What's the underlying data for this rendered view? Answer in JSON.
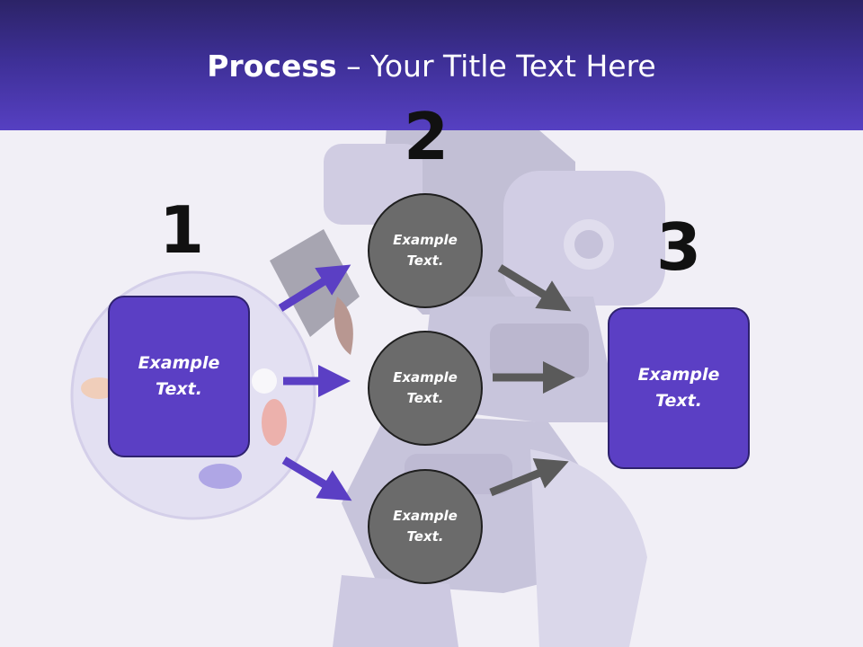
{
  "title": {
    "bold": "Process",
    "rest": " – Your Title Text Here"
  },
  "steps": [
    {
      "number": "1",
      "label": "Example Text."
    },
    {
      "number": "2",
      "items": [
        "Example Text.",
        "Example Text.",
        "Example Text."
      ]
    },
    {
      "number": "3",
      "label": "Example Text."
    }
  ],
  "colors": {
    "accent": "#5b3fc4",
    "header": "#3d2f95",
    "circle": "#6b6b6b",
    "arrow_purple": "#5b3fc4",
    "arrow_gray": "#5a5a5a"
  }
}
